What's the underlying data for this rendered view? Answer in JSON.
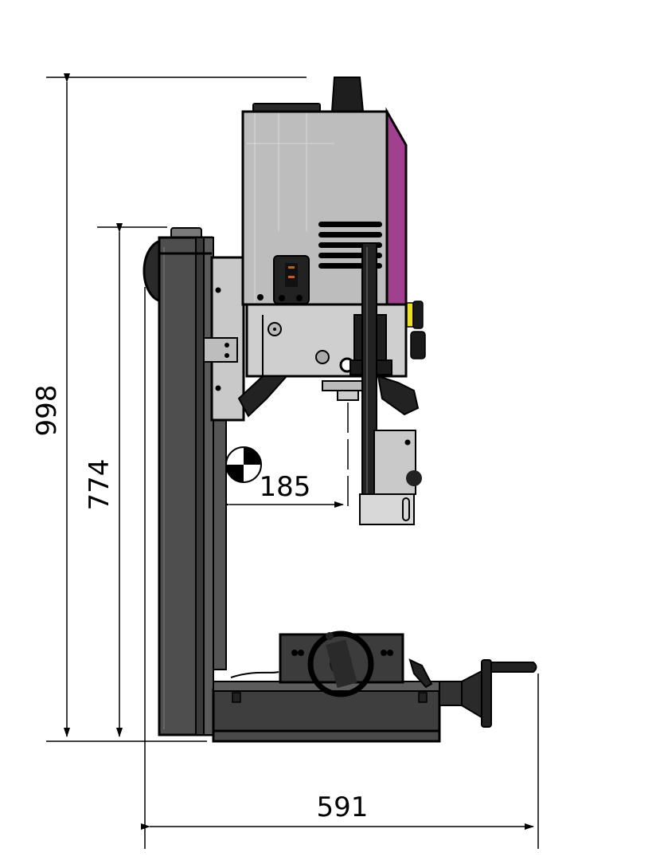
{
  "drawing": {
    "subject": "Milling / drilling machine, side view",
    "dimensions": {
      "overall_height": "998",
      "column_height": "774",
      "throat_depth": "185",
      "overall_depth": "591"
    },
    "symbols": {
      "center_of_gravity": "center-of-gravity-marker"
    },
    "colors": {
      "head_body": "#bdbdbd",
      "head_side_accent": "#a0408f",
      "column": "#4a4a4a",
      "base": "#3c3c3c",
      "outline": "#000000",
      "dimension_line": "#000000",
      "warning_label": "#f0e020",
      "switch_light": "#c06020"
    }
  }
}
